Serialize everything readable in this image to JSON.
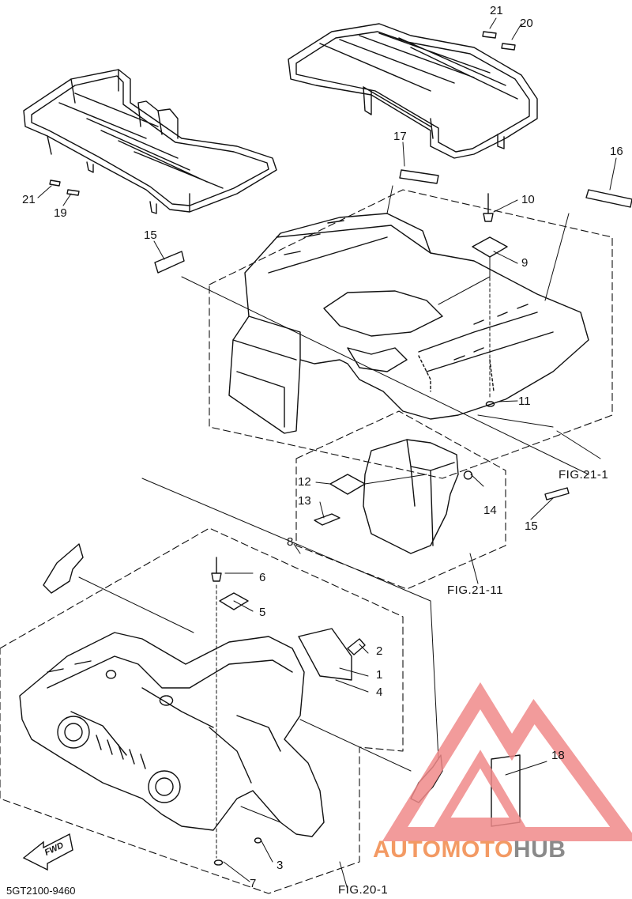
{
  "diagram_code": "5GT2100-9460",
  "fwd_label": "FWD",
  "brand": {
    "part1": "AUTOMOTO",
    "part2": "HUB",
    "color1": "#f39a64",
    "color2": "#8a8a8a",
    "logo_color": "#f08a8a"
  },
  "fig_refs": {
    "rear_fender": "FIG.21-1",
    "rear_flap": "FIG.21-11",
    "front_fender": "FIG.20-1"
  },
  "callouts": {
    "c1": "1",
    "c2": "2",
    "c3": "3",
    "c4": "4",
    "c5": "5",
    "c6": "6",
    "c7": "7",
    "c8": "8",
    "c9": "9",
    "c10": "10",
    "c11": "11",
    "c12": "12",
    "c13": "13",
    "c14": "14",
    "c15a": "15",
    "c15b": "15",
    "c16": "16",
    "c17": "17",
    "c18": "18",
    "c19": "19",
    "c20": "20",
    "c21a": "21",
    "c21b": "21"
  }
}
